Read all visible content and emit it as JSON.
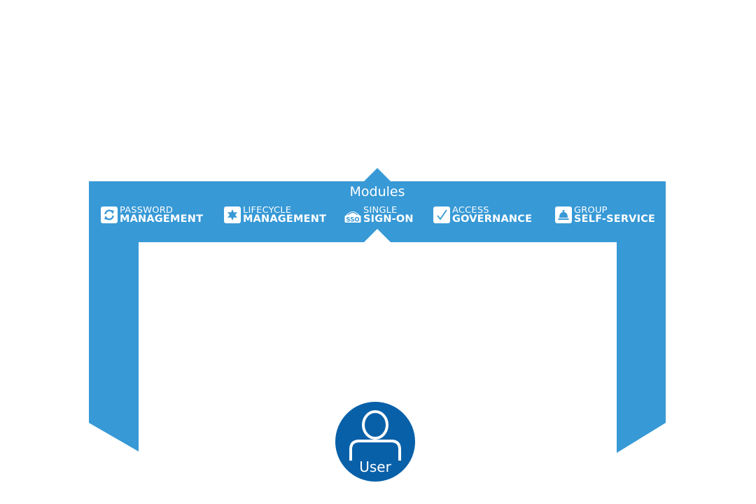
{
  "diagram": {
    "title": "Modules",
    "colors": {
      "band": "#3799d6",
      "user_circle": "#0860a8",
      "text": "#ffffff"
    },
    "modules": [
      {
        "line1": "PASSWORD",
        "line2": "MANAGEMENT",
        "icon": "refresh-icon"
      },
      {
        "line1": "LIFECYCLE",
        "line2": "MANAGEMENT",
        "icon": "star-icon"
      },
      {
        "line1": "SINGLE",
        "line2": "SIGN-ON",
        "icon": "sso-icon",
        "icon_text": "SSO"
      },
      {
        "line1": "ACCESS",
        "line2": "GOVERNANCE",
        "icon": "checkmark-icon"
      },
      {
        "line1": "GROUP",
        "line2": "SELF-SERVICE",
        "icon": "service-bell-icon"
      }
    ],
    "user": {
      "label": "User",
      "icon": "user-icon"
    }
  }
}
